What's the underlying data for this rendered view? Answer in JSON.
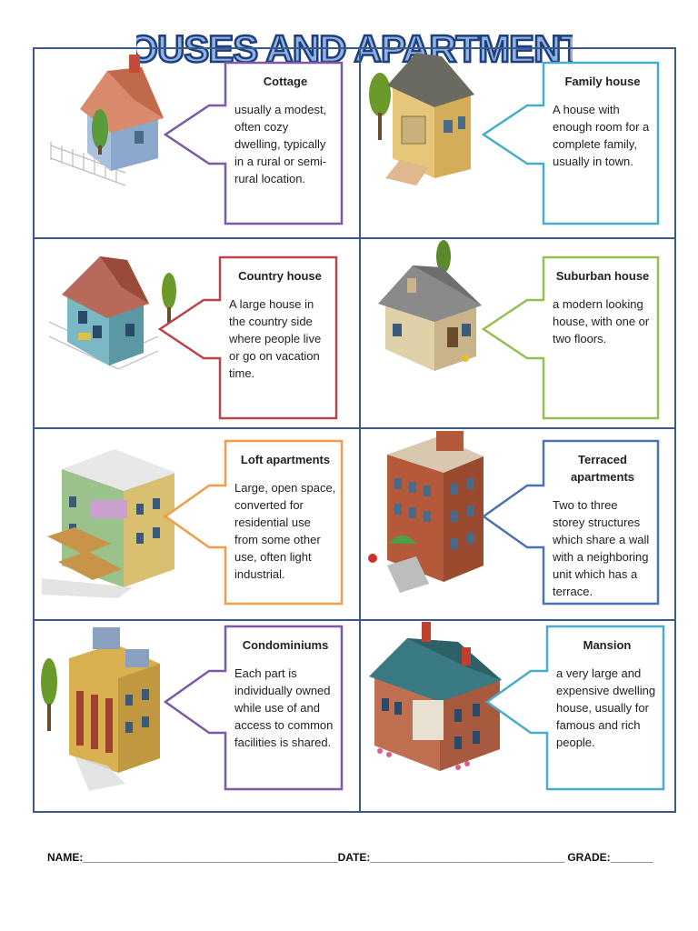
{
  "title": "HOUSES AND APARTMENTS",
  "cards": [
    {
      "title": "Cottage",
      "text": "usually a modest, often cozy dwelling, typically in a rural or semi-rural location.",
      "color": "#7a5aa6"
    },
    {
      "title": "Family house",
      "text": "A house with enough room for a complete family, usually in town.",
      "color": "#4aaccc"
    },
    {
      "title": "Country house",
      "text": "A large house in the country side where people live or go on vacation time.",
      "color": "#b8454a"
    },
    {
      "title": "Suburban house",
      "text": "a modern looking house, with one or two floors.",
      "color": "#92c054"
    },
    {
      "title": "Loft apartments",
      "text": "Large, open space, converted for residential use from some other use, often light industrial.",
      "color": "#f29b4a"
    },
    {
      "title": "Terraced apartments",
      "text": "Two to three storey structures which share a wall with a neighboring unit which has a terrace.",
      "color": "#4a72b4"
    },
    {
      "title": "Condominiums",
      "text": "Each part is individually owned while use of and access to common facilities is shared.",
      "color": "#7a5aa6"
    },
    {
      "title": "Mansion",
      "text": "a very large and expensive dwelling house, usually for famous and rich people.",
      "color": "#4aaccc"
    }
  ],
  "footer": {
    "name_label": "NAME:",
    "date_label": "DATE:",
    "grade_label": "GRADE:"
  }
}
